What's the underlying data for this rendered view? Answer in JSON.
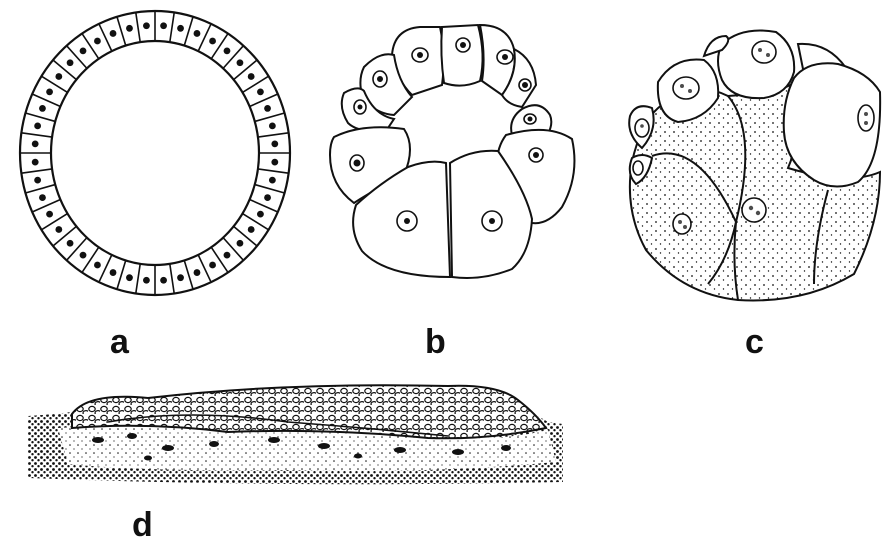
{
  "panels": [
    {
      "label": "a",
      "icon": "coeloblastula-ring-icon"
    },
    {
      "label": "b",
      "icon": "amphiblastula-icon"
    },
    {
      "label": "c",
      "icon": "stereoblastula-icon"
    },
    {
      "label": "d",
      "icon": "discoblastula-section-icon"
    }
  ],
  "colors": {
    "ink": "#111111",
    "paper": "#ffffff"
  }
}
